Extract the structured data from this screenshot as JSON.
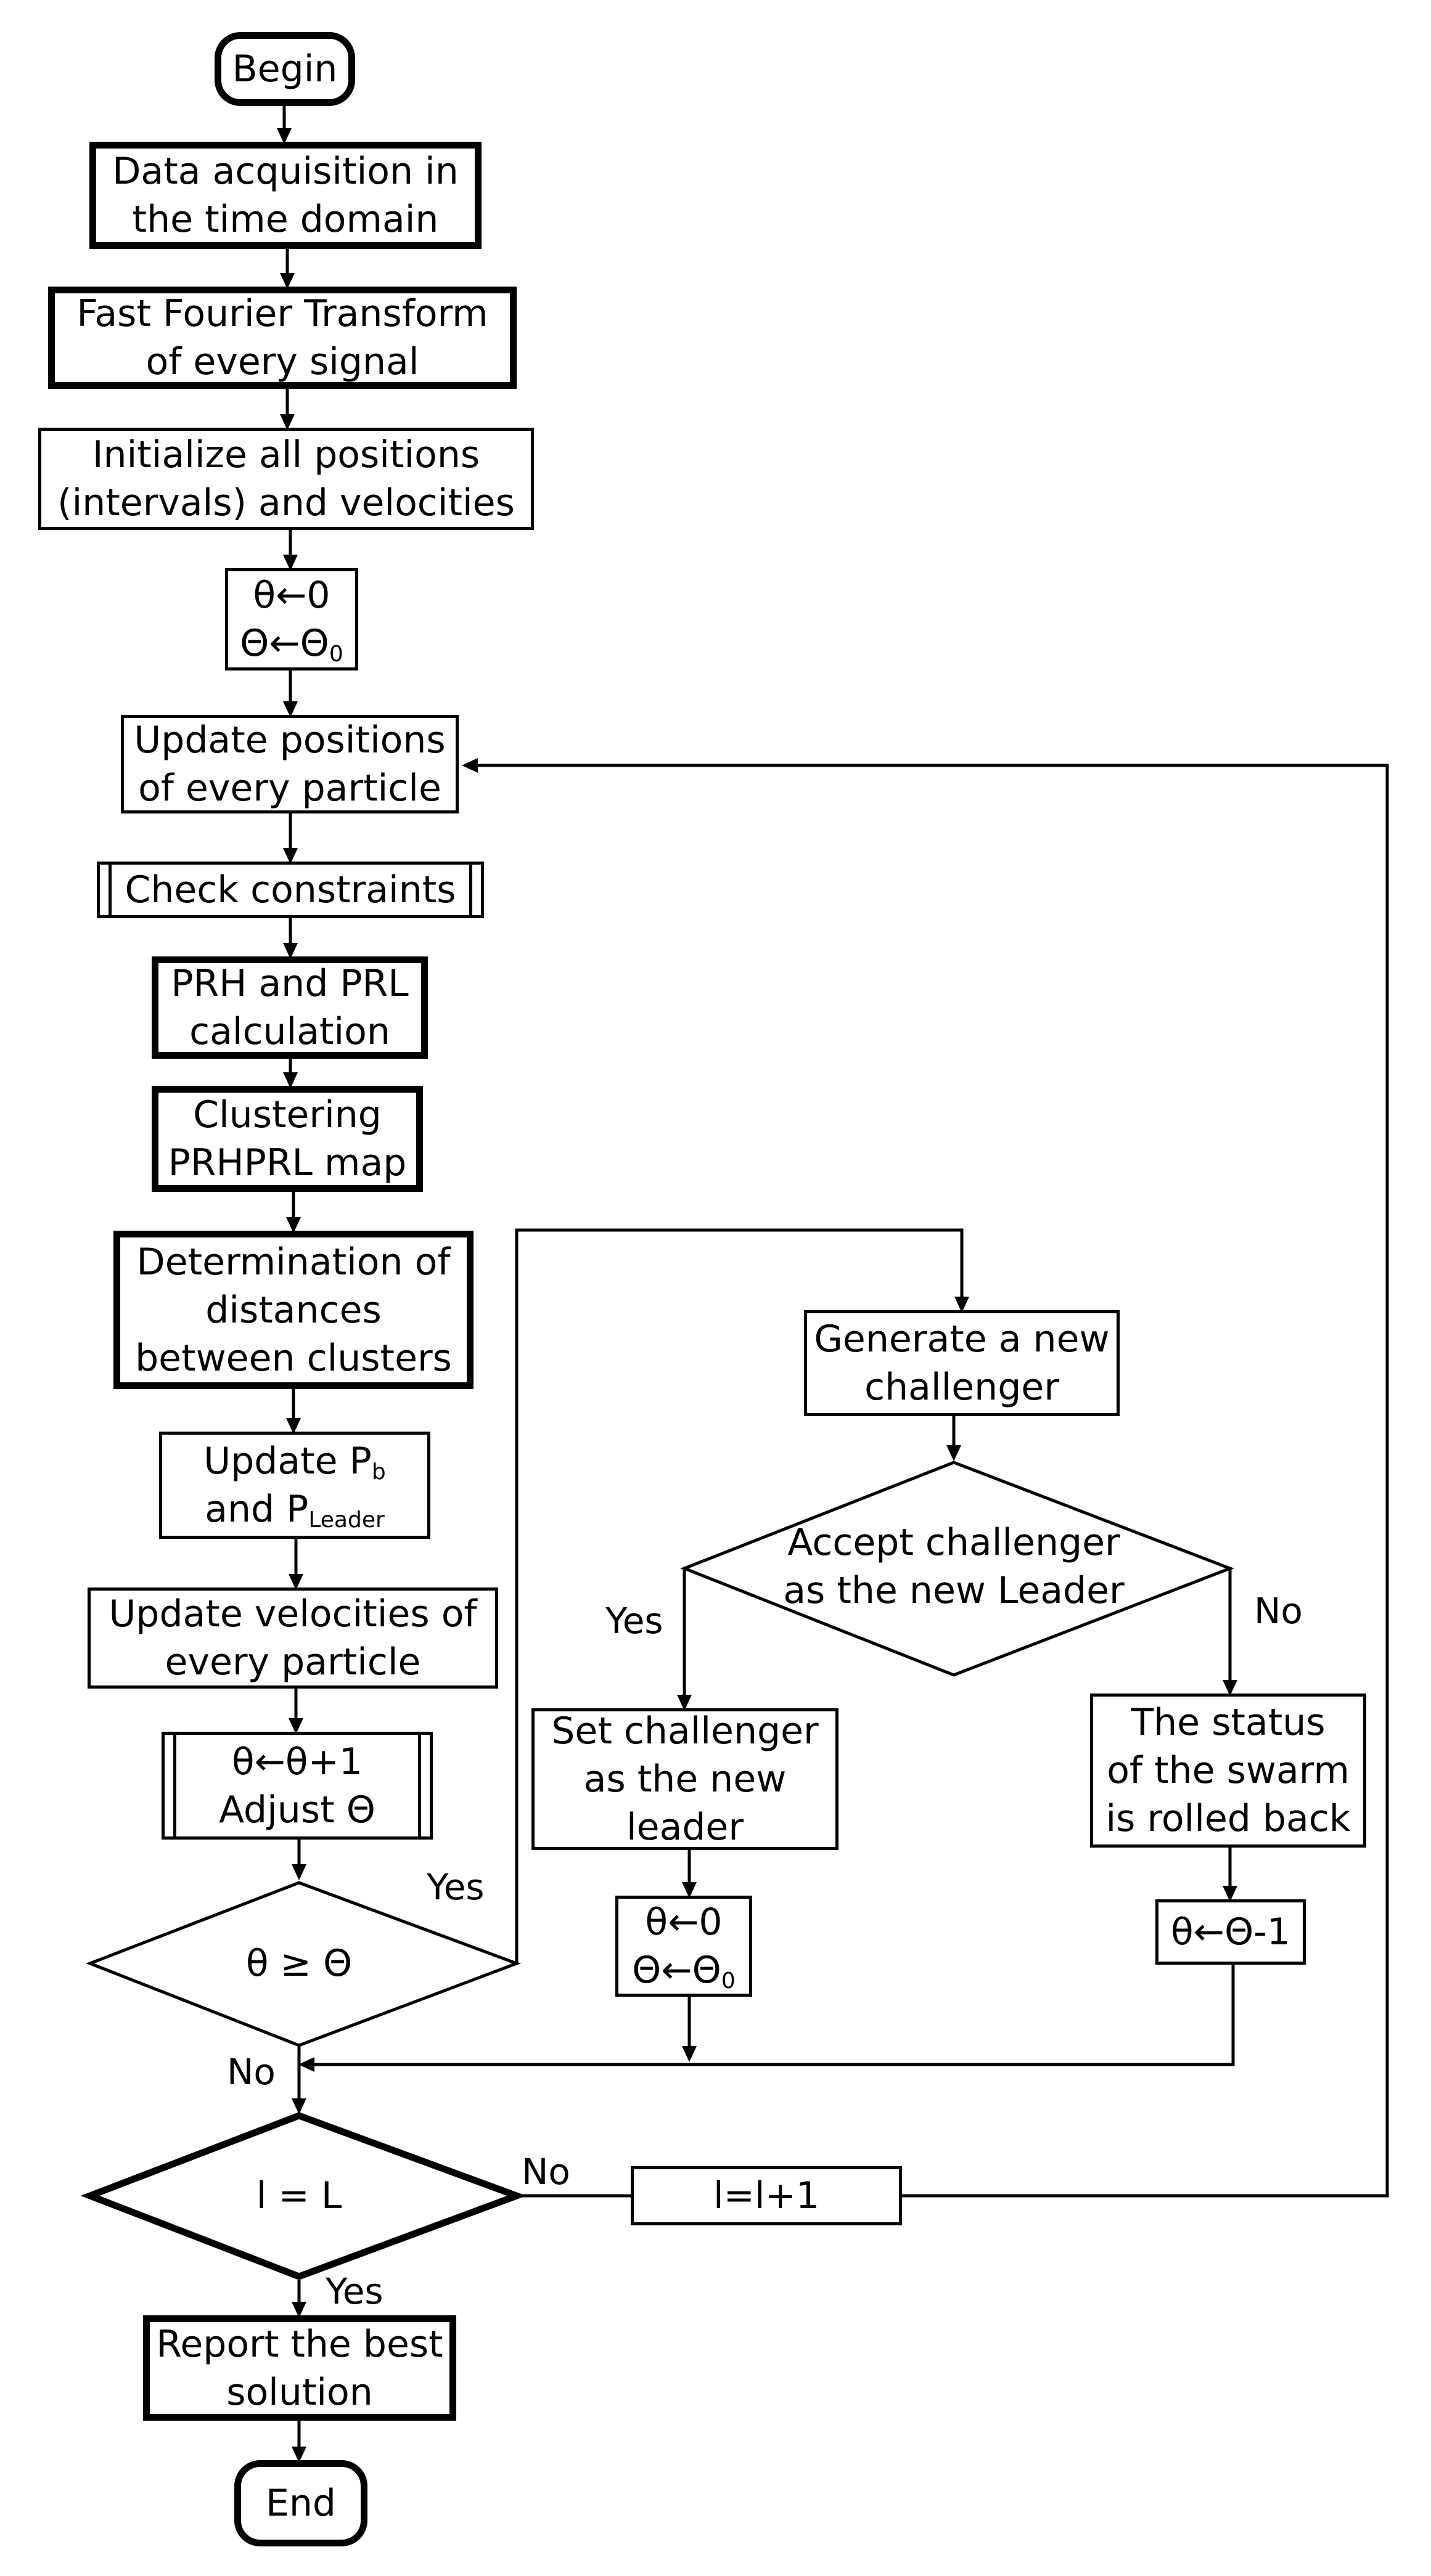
{
  "nodes": {
    "begin": "Begin",
    "acquisition_l1": "Data acquisition in",
    "acquisition_l2": "the time domain",
    "fft_l1": "Fast Fourier Transform",
    "fft_l2": "of every signal",
    "init_l1": "Initialize all positions",
    "init_l2": "(intervals) and velocities",
    "reset1_theta": "θ←0",
    "reset1_Theta": "Θ←Θ",
    "reset1_sub": "0",
    "update_pos_l1": "Update positions",
    "update_pos_l2": "of every particle",
    "check": "Check constraints",
    "prh_l1": "PRH and PRL",
    "prh_l2": "calculation",
    "cluster_l1": "Clustering",
    "cluster_l2": "PRHPRL map",
    "dist_l1": "Determination of",
    "dist_l2": "distances",
    "dist_l3": "between clusters",
    "pb_l1": "Update P",
    "pb_l1_sub": "b",
    "pb_l2": "and P",
    "pb_l2_sub": "Leader",
    "update_vel_l1": "Update velocities of",
    "update_vel_l2": "every particle",
    "inc_l1": "θ←θ+1",
    "inc_l2": "Adjust Θ",
    "cond1": "θ ≥ Θ",
    "cond2": "l = L",
    "report_l1": "Report the best",
    "report_l2": "solution",
    "end": "End",
    "gen_l1": "Generate a new",
    "gen_l2": "challenger",
    "accept_l1": "Accept challenger",
    "accept_l2": "as the new Leader",
    "set_l1": "Set challenger",
    "set_l2": "as the new",
    "set_l3": "leader",
    "rollback_l1": "The status",
    "rollback_l2": "of the swarm",
    "rollback_l3": "is rolled back",
    "reset2_theta": "θ←0",
    "reset2_Theta": "Θ←Θ",
    "reset2_sub": "0",
    "decr": "θ←Θ-1",
    "incl": "l=l+1"
  },
  "edge_labels": {
    "cond1_yes": "Yes",
    "cond1_no": "No",
    "accept_yes": "Yes",
    "accept_no": "No",
    "cond2_no": "No",
    "cond2_yes": "Yes"
  }
}
